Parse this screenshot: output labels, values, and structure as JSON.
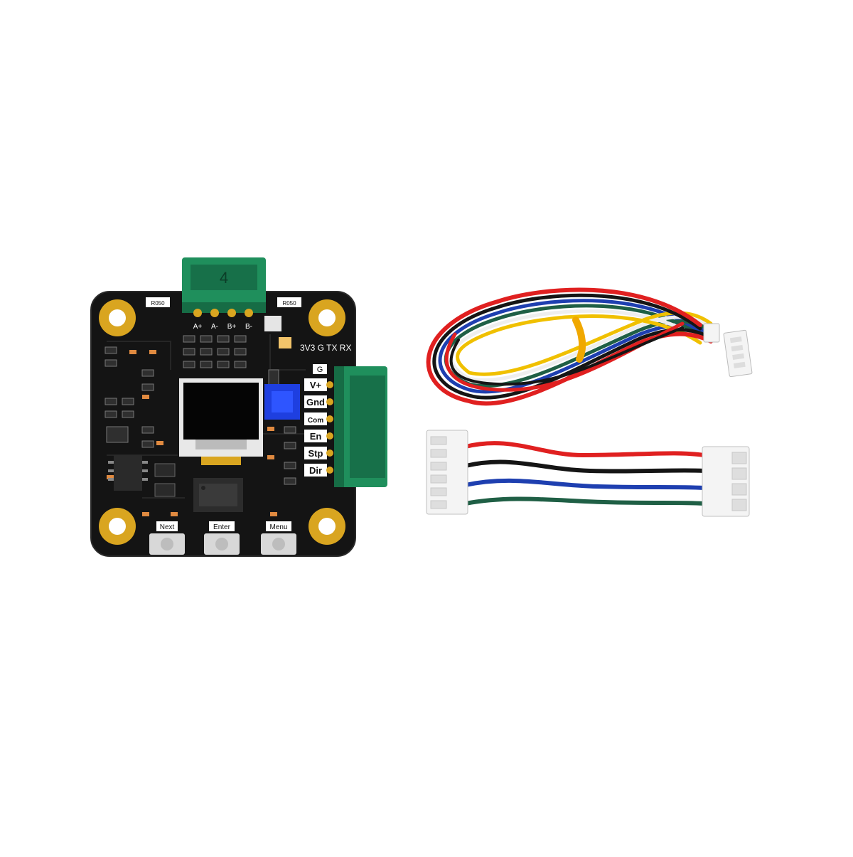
{
  "board": {
    "motor_connector_label": "4",
    "motor_pins": [
      "A+",
      "A-",
      "B+",
      "B-"
    ],
    "uart_label": "3V3 G TX RX",
    "control_ground_label": "G",
    "control_pins": [
      "V+",
      "Gnd",
      "Com",
      "En",
      "Stp",
      "Dir"
    ],
    "buttons": [
      "Next",
      "Enter",
      "Menu"
    ],
    "resistor_marks": [
      "R050",
      "R050"
    ],
    "colors": {
      "pcb": "#141414",
      "connector": "#1f8f5c",
      "pad_gold": "#d9a520",
      "oled": "#050505",
      "potentiometer": "#1e3fe0"
    }
  },
  "cables": {
    "colors": {
      "red": "#e02020",
      "black": "#151515",
      "blue": "#1e3fb0",
      "green": "#1f5f45",
      "white": "#eeeeee",
      "yellow": "#f0c000",
      "connector": "#f4f4f4"
    }
  }
}
